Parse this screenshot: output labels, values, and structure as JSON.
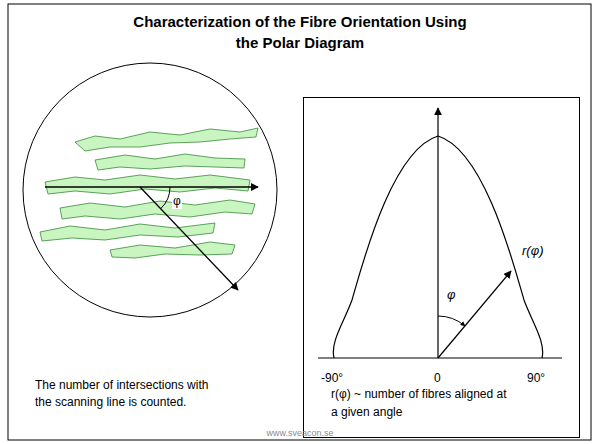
{
  "diagram": {
    "title": "Characterization of the Fibre Orientation Using the Polar Diagram",
    "nodes": [
      {
        "text": [
          "r(φ) ~ number of fibres aligned at a given angle"
        ]
      }
    ],
    "labels": [
      "φ",
      "The number of intersections with the scanning line is counted.",
      "-90°",
      "0",
      "90°",
      "r(φ)",
      "φ",
      "www.sveacon.se"
    ]
  }
}
